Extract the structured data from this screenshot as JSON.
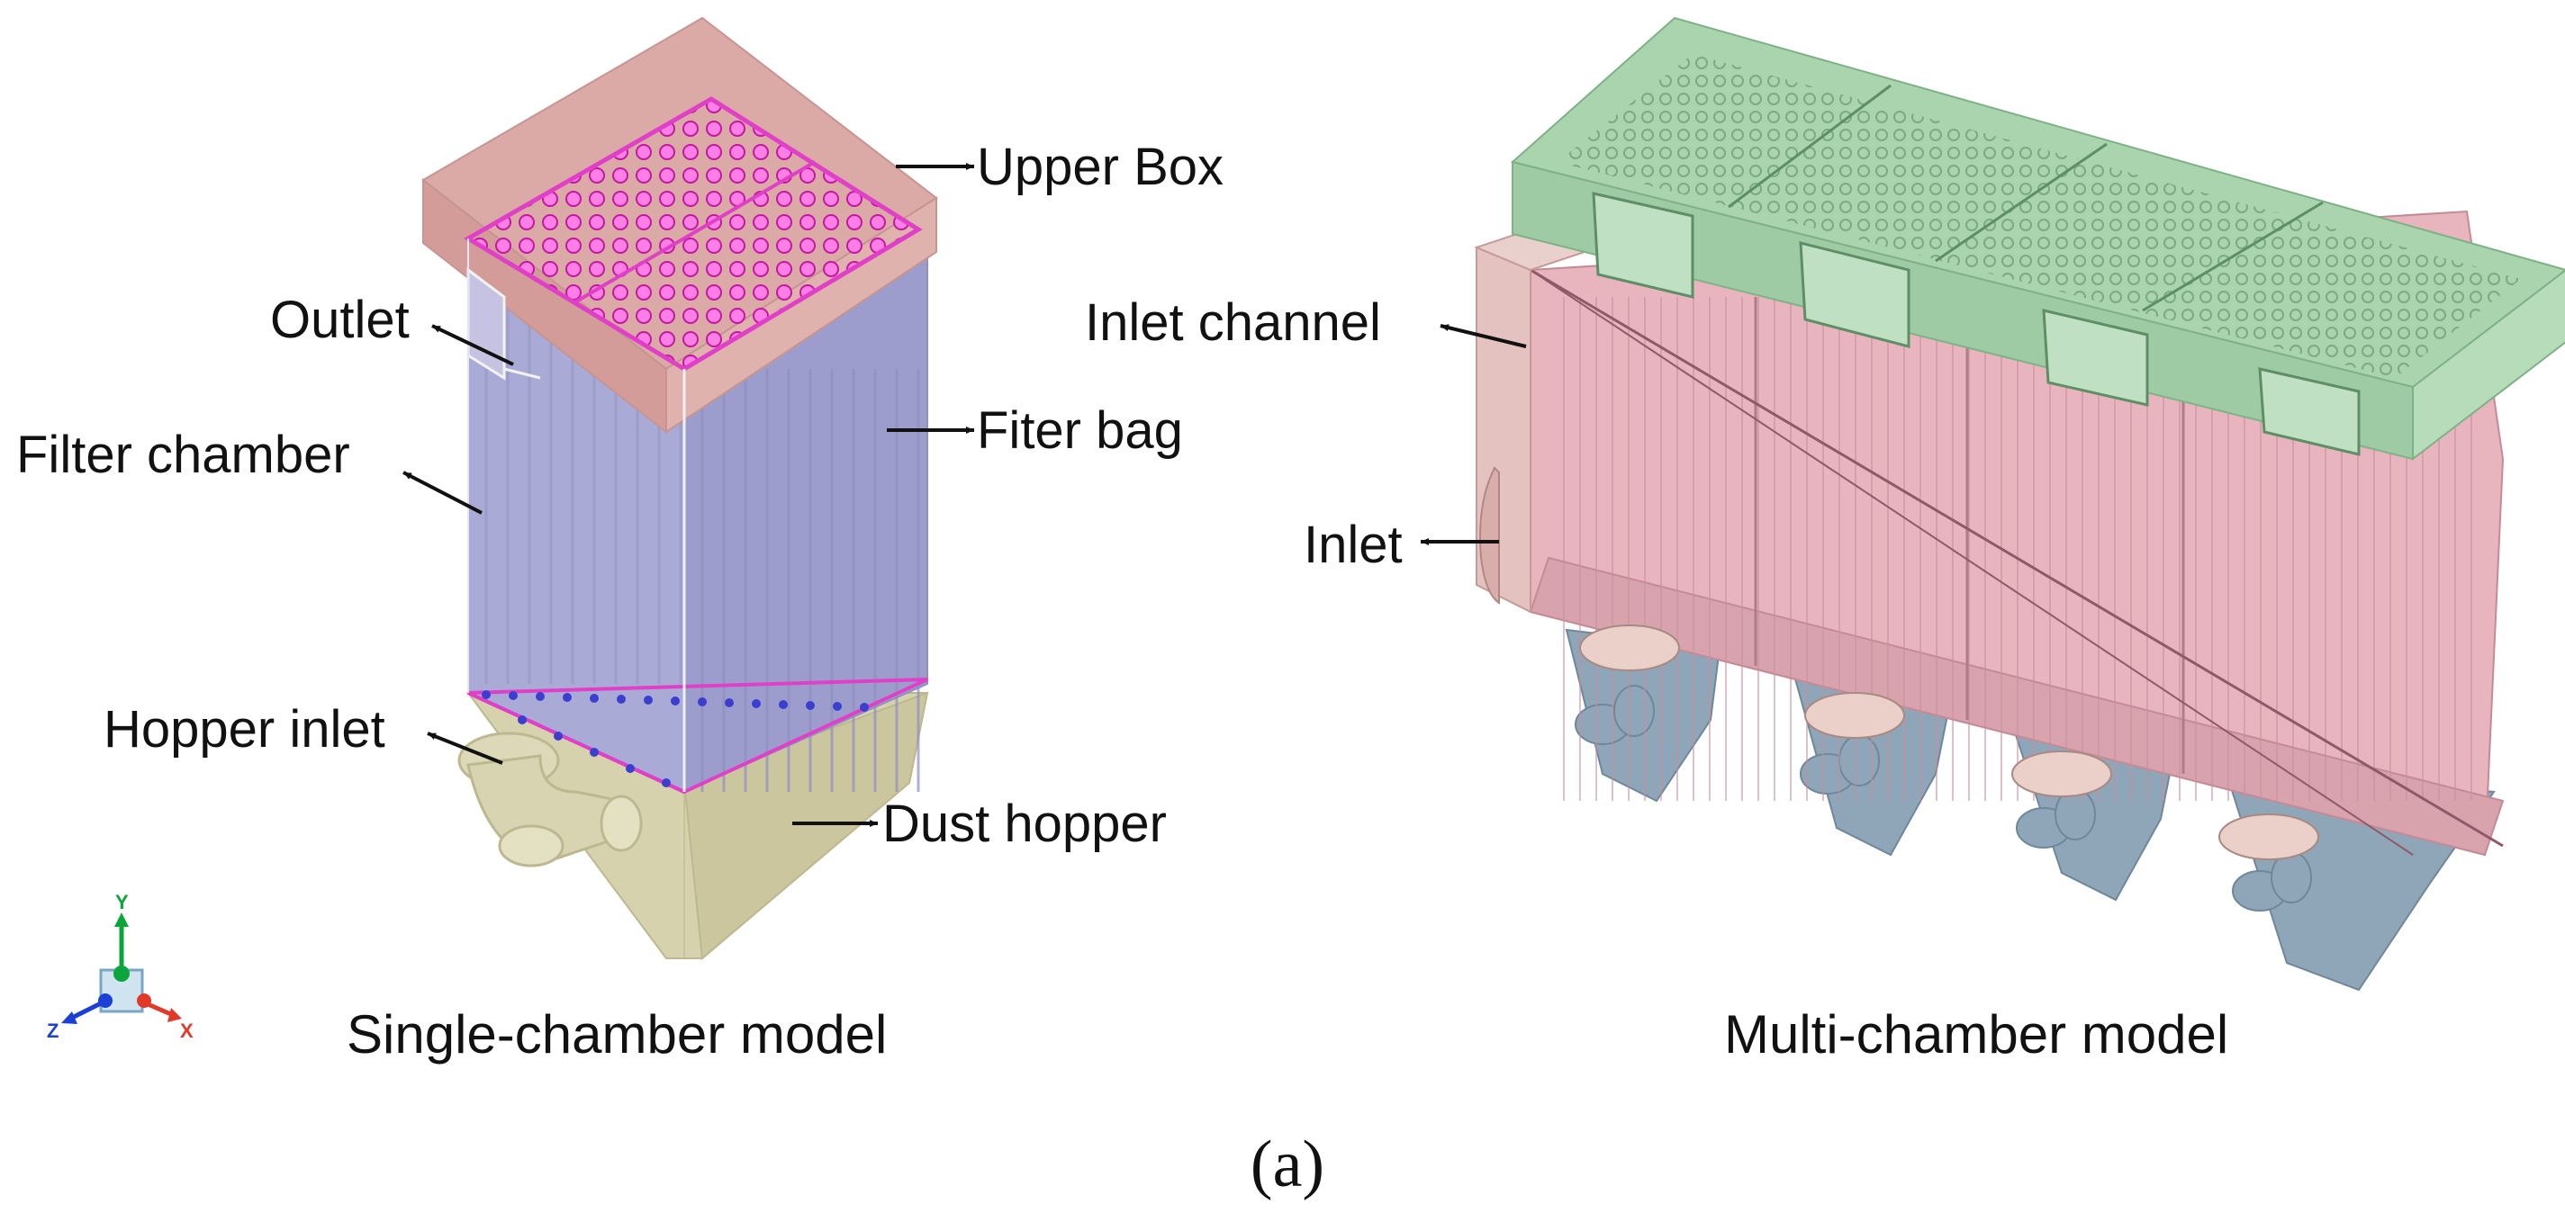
{
  "single_chamber": {
    "labels": {
      "upper_box": "Upper Box",
      "outlet": "Outlet",
      "filter_chamber": "Filter chamber",
      "filter_bag": "Fiter bag",
      "hopper_inlet": "Hopper inlet",
      "dust_hopper": "Dust hopper"
    },
    "caption": "Single-chamber model"
  },
  "multi_chamber": {
    "labels": {
      "inlet_channel": "Inlet channel",
      "inlet": "Inlet"
    },
    "caption": "Multi-chamber model"
  },
  "axis_triad": {
    "y": "Y",
    "z": "Z",
    "x": "X"
  },
  "subfigure_label": "(a)",
  "colors": {
    "upper_box": "#dba7a3",
    "filter_chamber": "#a7a8d4",
    "tube_sheet": "#e040c8",
    "hopper": "#d6d2ad",
    "multi_top": "#a9d4ae",
    "multi_body": "#e7b3bd",
    "multi_hopper": "#8ea6b8"
  }
}
